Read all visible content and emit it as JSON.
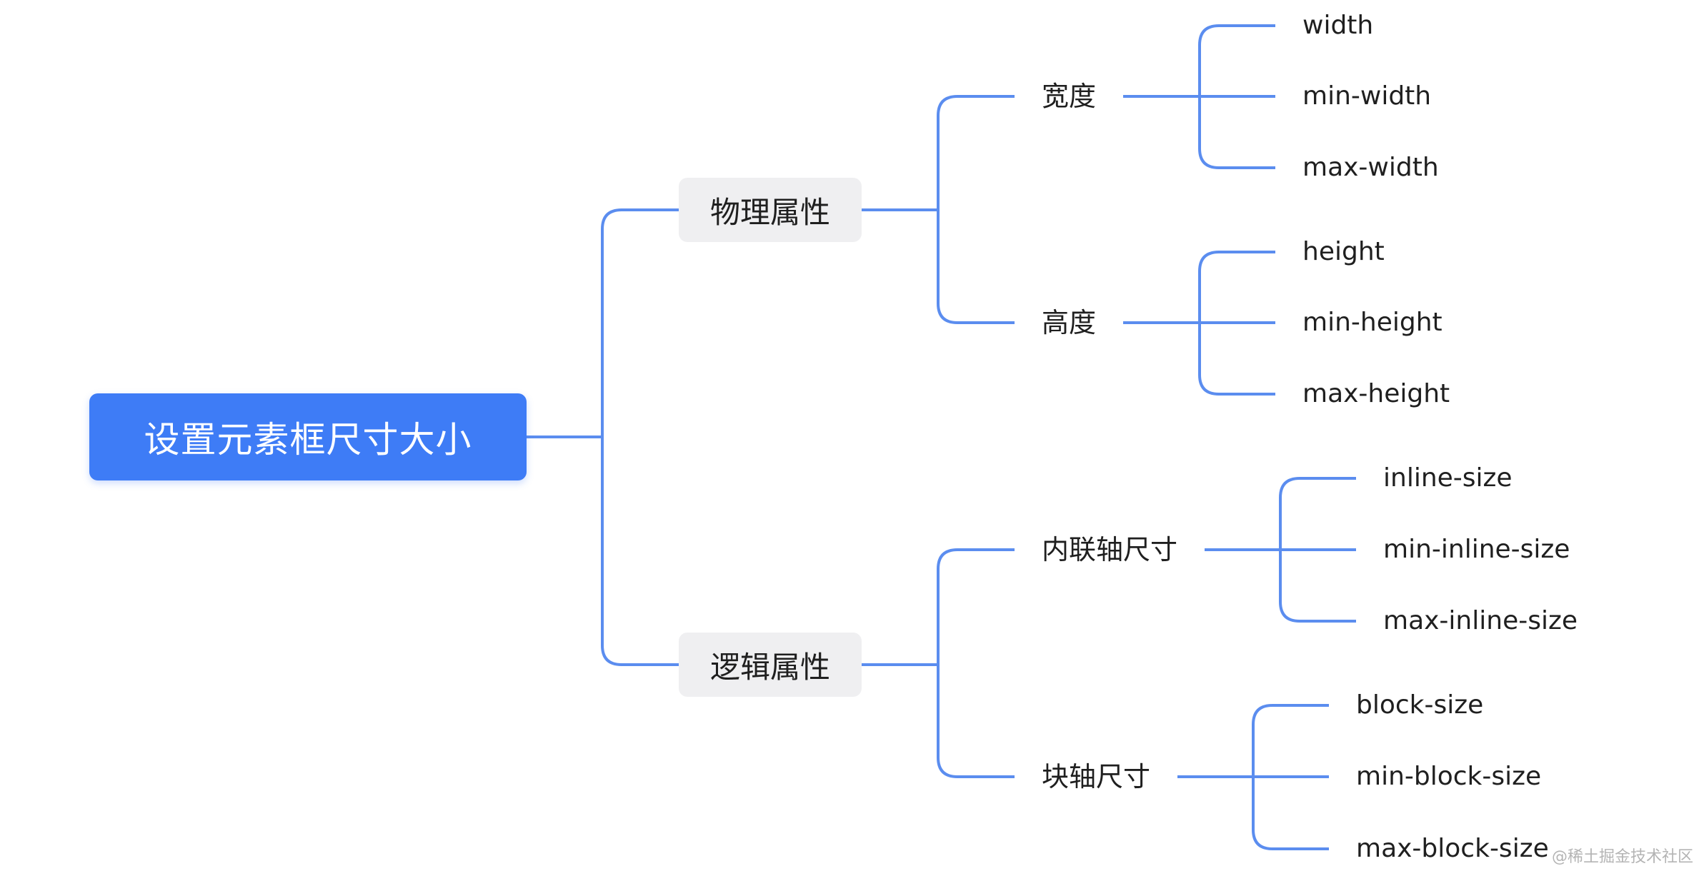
{
  "root": {
    "label": "设置元素框尺寸大小"
  },
  "groups": [
    {
      "label": "物理属性",
      "categories": [
        {
          "label": "宽度",
          "items": [
            "width",
            "min-width",
            "max-width"
          ]
        },
        {
          "label": "高度",
          "items": [
            "height",
            "min-height",
            "max-height"
          ]
        }
      ]
    },
    {
      "label": "逻辑属性",
      "categories": [
        {
          "label": "内联轴尺寸",
          "items": [
            "inline-size",
            "min-inline-size",
            "max-inline-size"
          ]
        },
        {
          "label": "块轴尺寸",
          "items": [
            "block-size",
            "min-block-size",
            "max-block-size"
          ]
        }
      ]
    }
  ],
  "watermark": "@稀土掘金技术社区",
  "colors": {
    "root_fill": "#3e7cf6",
    "connector": "#5b8def",
    "group_fill": "#efeff1",
    "text": "#1f1f1f"
  }
}
